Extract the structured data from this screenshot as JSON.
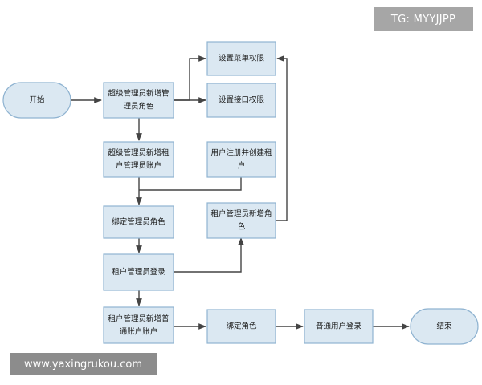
{
  "watermarks": {
    "top_right": "TG: MYYJJPP",
    "bottom_left": "www.yaxingrukou.com"
  },
  "nodes": {
    "start": [
      "开始"
    ],
    "super_add_role": [
      "超级管理员新增管",
      "理员角色"
    ],
    "menu_perm": [
      "设置菜单权限"
    ],
    "api_perm": [
      "设置接口权限"
    ],
    "super_add_tenant": [
      "超级管理员新增租",
      "户管理员账户"
    ],
    "user_register": [
      "用户注册并创建租",
      "户"
    ],
    "bind_admin_role": [
      "绑定管理员角色"
    ],
    "tenant_add_role": [
      "租户管理员新增角",
      "色"
    ],
    "tenant_login": [
      "租户管理员登录"
    ],
    "tenant_add_user": [
      "租户管理员新增普",
      "通账户账户"
    ],
    "bind_role": [
      "绑定角色"
    ],
    "user_login": [
      "普通用户登录"
    ],
    "end": [
      "结束"
    ]
  },
  "colors": {
    "node_fill": "#dbe8f2",
    "node_stroke": "#8fb3d1",
    "arrow": "#444444"
  }
}
